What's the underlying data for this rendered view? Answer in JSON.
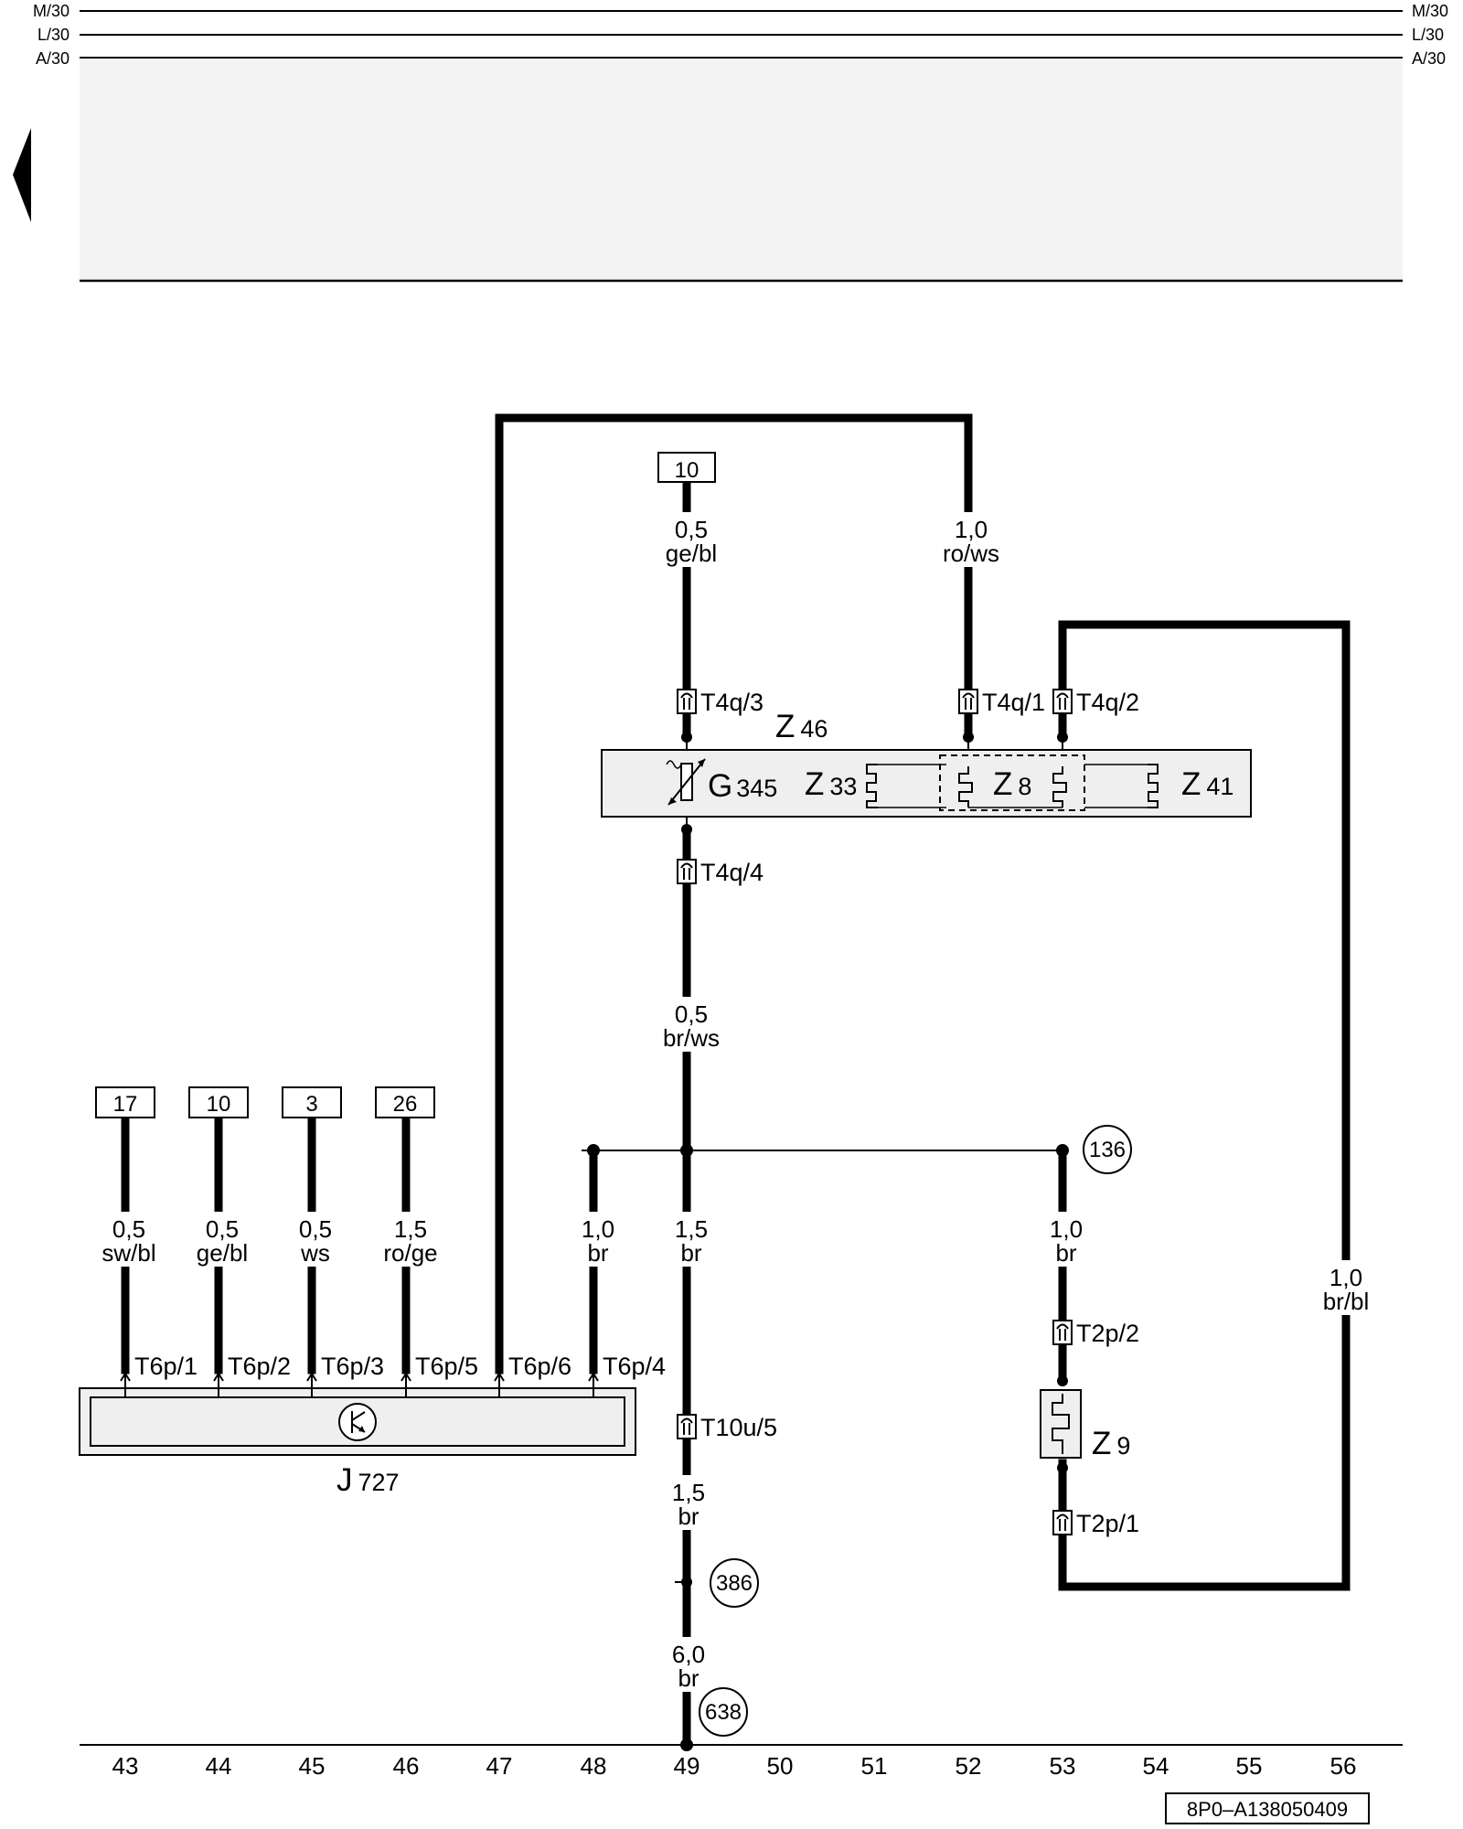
{
  "rails": {
    "left": [
      "M/30",
      "L/30",
      "A/30"
    ],
    "right": [
      "M/30",
      "L/30",
      "A/30"
    ]
  },
  "components": {
    "z46": {
      "letter": "Z",
      "number": "46"
    },
    "g345": {
      "letter": "G",
      "number": "345"
    },
    "z33": {
      "letter": "Z",
      "number": "33"
    },
    "z8": {
      "letter": "Z",
      "number": "8"
    },
    "z41": {
      "letter": "Z",
      "number": "41"
    },
    "z9": {
      "letter": "Z",
      "number": "9"
    },
    "j727": {
      "letter": "J",
      "number": "727"
    }
  },
  "connectors": {
    "t4q3": "T4q/3",
    "t4q1": "T4q/1",
    "t4q2": "T4q/2",
    "t4q4": "T4q/4",
    "t10u5": "T10u/5",
    "t2p2": "T2p/2",
    "t2p1": "T2p/1",
    "t6p1": "T6p/1",
    "t6p2": "T6p/2",
    "t6p3": "T6p/3",
    "t6p5": "T6p/5",
    "t6p6": "T6p/6",
    "t6p4": "T6p/4"
  },
  "wires": {
    "w_top_size": "0,5",
    "w_top_color": "ge/bl",
    "w_ro_size": "1,0",
    "w_ro_color": "ro/ws",
    "w_brws_size": "0,5",
    "w_brws_color": "br/ws",
    "w_swbl_size": "0,5",
    "w_swbl_color": "sw/bl",
    "w_gebl_size": "0,5",
    "w_gebl_color": "ge/bl",
    "w_ws_size": "0,5",
    "w_ws_color": "ws",
    "w_roge_size": "1,5",
    "w_roge_color": "ro/ge",
    "w_br48_size": "1,0",
    "w_br48_color": "br",
    "w_br49_size": "1,5",
    "w_br49_color": "br",
    "w_br53_size": "1,0",
    "w_br53_color": "br",
    "w_brbl_size": "1,0",
    "w_brbl_color": "br/bl",
    "w_br49b_size": "1,5",
    "w_br49b_color": "br",
    "w_br6_size": "6,0",
    "w_br6_color": "br"
  },
  "boxes": {
    "top": "10",
    "b1": "17",
    "b2": "10",
    "b3": "3",
    "b4": "26"
  },
  "refs": {
    "r136": "136",
    "r386": "386",
    "r638": "638"
  },
  "columns": [
    "43",
    "44",
    "45",
    "46",
    "47",
    "48",
    "49",
    "50",
    "51",
    "52",
    "53",
    "54",
    "55",
    "56"
  ],
  "figure_id": "8P0–A138050409"
}
